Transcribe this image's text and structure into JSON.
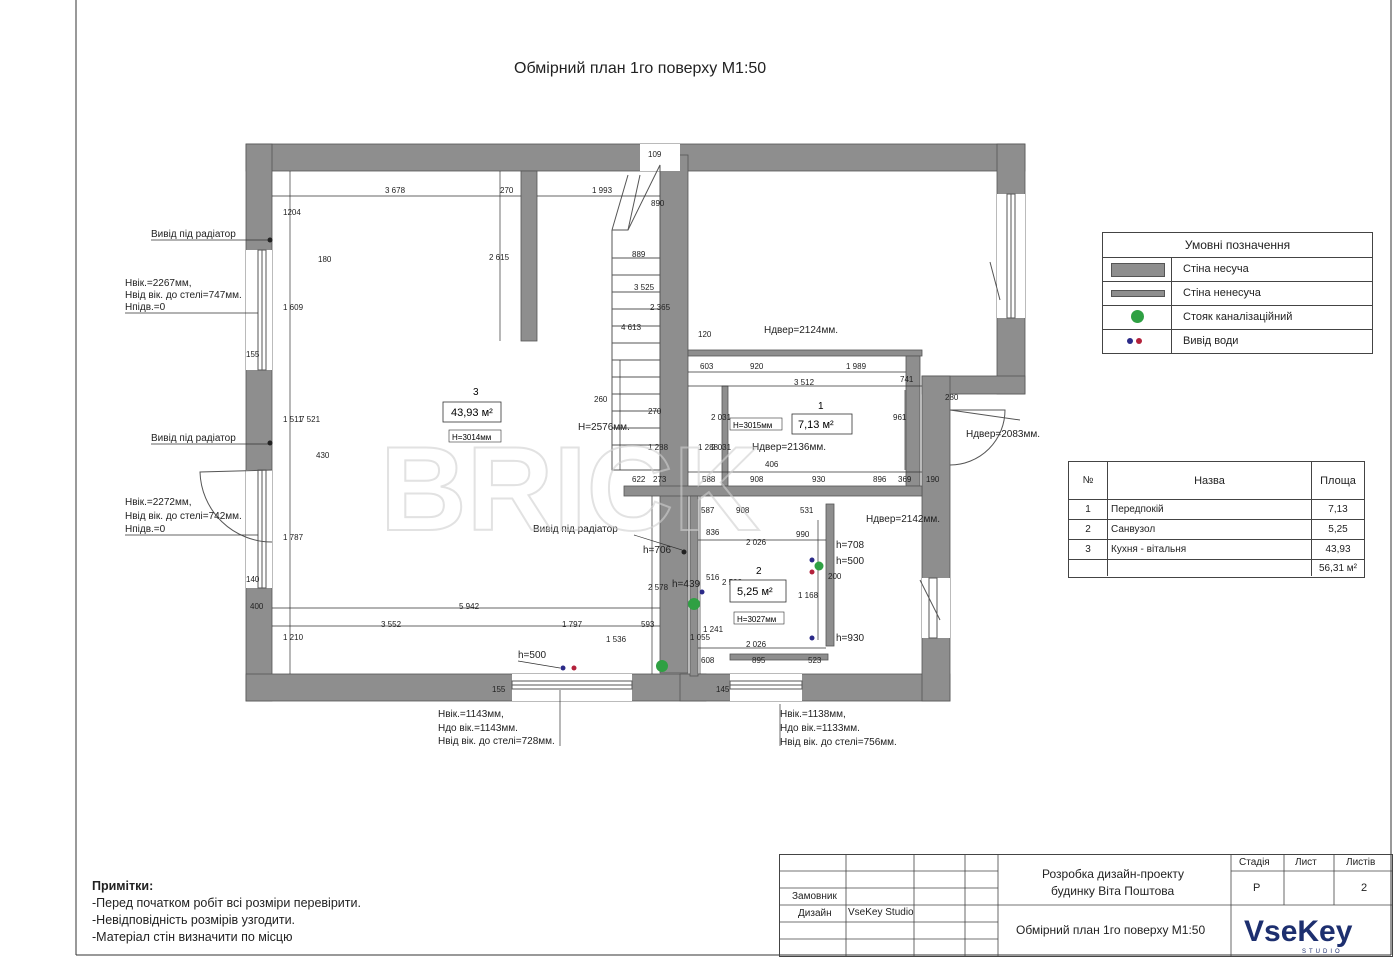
{
  "title": "Обмірний план 1го поверху М1:50",
  "watermark": "BRICK",
  "colors": {
    "wall": "#8e8e8e",
    "pipe_sewer": "#2fa043",
    "water_blue": "#2b2a88",
    "water_red": "#b3213b"
  },
  "rooms_on_plan": [
    {
      "num": "3",
      "area": "43,93 м²",
      "height": "H=3014мм"
    },
    {
      "num": "1",
      "area": "7,13 м²",
      "height": "H=3015мм"
    },
    {
      "num": "2",
      "area": "5,25 м²",
      "height": "H=3027мм"
    }
  ],
  "dimensions": [
    "109",
    "3 678",
    "270",
    "1 993",
    "890",
    "889",
    "1204",
    "2 615",
    "180",
    "1 609",
    "155",
    "3 525",
    "2 365",
    "4 613",
    "120",
    "603",
    "920",
    "1 989",
    "3 512",
    "741",
    "280",
    "260",
    "270",
    "2 031",
    "961",
    "1 511",
    "7 521",
    "430",
    "1 288",
    "1 288",
    "2 031",
    "406",
    "622",
    "273",
    "588",
    "908",
    "930",
    "896",
    "369",
    "190",
    "587",
    "908",
    "531",
    "836",
    "2 026",
    "990",
    "1 787",
    "516",
    "2 593",
    "1 168",
    "140",
    "400",
    "2 578",
    "5 942",
    "3 552",
    "1 797",
    "593",
    "1 536",
    "1 241",
    "1 055",
    "2 026",
    "608",
    "895",
    "523",
    "1 210",
    "155",
    "145",
    "200"
  ],
  "annotations": {
    "radiator_outlet": "Вивід під радіатор",
    "h706": "h=706",
    "h439": "h=439",
    "h500_left": "h=500",
    "h708": "h=708",
    "h500_right": "h=500",
    "h930": "h=930",
    "h_door_2124": "Hдвер=2124мм.",
    "h_2576": "H=2576мм.",
    "h_door_2136": "Hдвер=2136мм.",
    "h_door_2083": "Hдвер=2083мм.",
    "h_door_2142": "Hдвер=2142мм."
  },
  "window_labels": {
    "w1": [
      "Hвік.=2267мм,",
      "Hвід вік. до стелі=747мм.",
      "Hпідв.=0"
    ],
    "w2": [
      "Hвік.=2272мм,",
      "Hвід вік. до стелі=742мм.",
      "Hпідв.=0"
    ],
    "w3": [
      "Hвік.=1143мм,",
      "Hдо вік.=1143мм.",
      "Hвід вік. до стелі=728мм."
    ],
    "w4": [
      "Hвік.=1138мм,",
      "Hдо вік.=1133мм.",
      "Hвід вік. до стелі=756мм."
    ]
  },
  "legend": {
    "title": "Умовні позначення",
    "items": [
      {
        "label": "Стіна несуча",
        "symbol": "wall-bearing-icon"
      },
      {
        "label": "Стіна ненесуча",
        "symbol": "wall-nonbearing-icon"
      },
      {
        "label": "Стояк каналізаційний",
        "symbol": "sewer-riser-icon"
      },
      {
        "label": "Вивід води",
        "symbol": "water-outlet-icon"
      }
    ]
  },
  "rooms_table": {
    "headers": [
      "№",
      "Назва",
      "Площа"
    ],
    "rows": [
      {
        "num": "1",
        "name": "Передпокій",
        "area": "7,13"
      },
      {
        "num": "2",
        "name": "Санвузол",
        "area": "5,25"
      },
      {
        "num": "3",
        "name": "Кухня - вітальня",
        "area": "43,93"
      }
    ],
    "total": "56,31 м²"
  },
  "notes": {
    "title": "Примітки:",
    "items": [
      "-Перед початком робіт всі розміри перевірити.",
      "-Невідповідність розмірів узгодити.",
      "-Матеріал стін визначити по місцю"
    ]
  },
  "title_block": {
    "customer_label": "Замовник",
    "design_label": "Дизайн",
    "design_value": "VseKey Studio",
    "project": [
      "Розробка дизайн-проекту",
      "будинку Віта Поштова"
    ],
    "sheet_title": "Обмірний план 1го поверху М1:50",
    "stage_label": "Стадія",
    "sheet_label": "Лист",
    "sheets_label": "Листів",
    "stage": "Р",
    "sheet": "",
    "sheets": "2",
    "logo": "VseKey",
    "logo_sub": "STUDIO"
  }
}
